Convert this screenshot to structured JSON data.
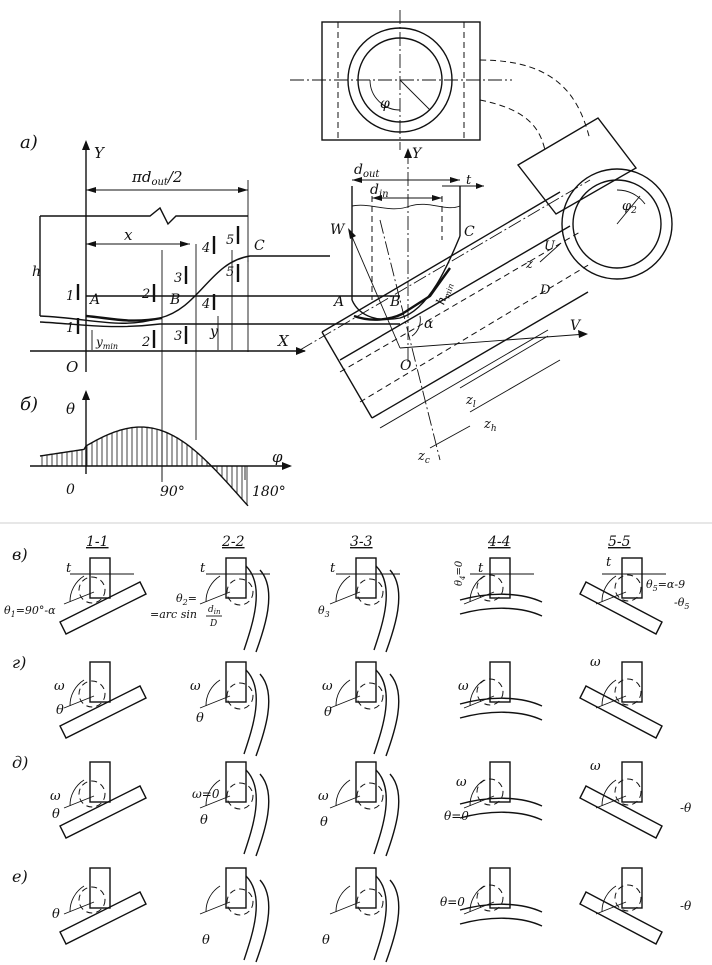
{
  "panels": {
    "a": "а)",
    "b": "б)",
    "v": "в)",
    "g": "г)",
    "d": "д)",
    "e": "е)"
  },
  "top": {
    "axis_y": "Y",
    "axis_x": "X",
    "origin": "O",
    "dim_half_circ": "πd",
    "dim_half_circ_sub": "out",
    "dim_half_circ_tail": "/2",
    "dim_x": "x",
    "dim_y": "y",
    "dim_ymin": "y",
    "dim_ymin_sub": "min",
    "dim_h": "h",
    "pt_A": "A",
    "pt_B": "B",
    "pt_C": "C",
    "sec_1": "1",
    "sec_2": "2",
    "sec_3": "3",
    "sec_4": "4",
    "sec_5": "5"
  },
  "right": {
    "axis_y": "Y",
    "origin": "O",
    "d_out": "d",
    "d_out_sub": "out",
    "d_in": "d",
    "d_in_sub": "in",
    "t": "t",
    "W": "W",
    "U": "U",
    "V": "V",
    "pt_A": "A",
    "pt_B": "B",
    "pt_C": "C",
    "alpha": "α",
    "phi": "φ",
    "phi2": "φ",
    "phi2_sub": "2",
    "hmin": "h",
    "hmin_sub": "min",
    "z_label": "z",
    "zl_label": "z",
    "zl_sub": "l",
    "zh_label": "z",
    "zh_sub": "h",
    "zc_label": "z",
    "zc_sub": "c",
    "D_label": "D"
  },
  "plot_b": {
    "theta": "θ",
    "phi": "φ",
    "origin": "0",
    "tick_90": "90°",
    "tick_180": "180°"
  },
  "sections": {
    "headers": [
      "1-1",
      "2-2",
      "3-3",
      "4-4",
      "5-5"
    ],
    "t": "t",
    "theta": "θ",
    "omega": "ω",
    "theta1": "θ",
    "theta1_expr": "=90°-α",
    "theta2": "θ",
    "theta2_expr": "=",
    "theta2_arc": "=arc sin",
    "theta2_frac_top": "d",
    "theta2_frac_top_sub": "in",
    "theta2_frac_bot": "D",
    "theta3": "θ",
    "theta4": "θ",
    "theta4_expr": "=0",
    "theta5": "θ",
    "theta5_expr": "=α-9",
    "minus_theta5": "-θ",
    "omega0": "ω=0",
    "theta0": "θ=0",
    "minus_theta": "-θ"
  }
}
